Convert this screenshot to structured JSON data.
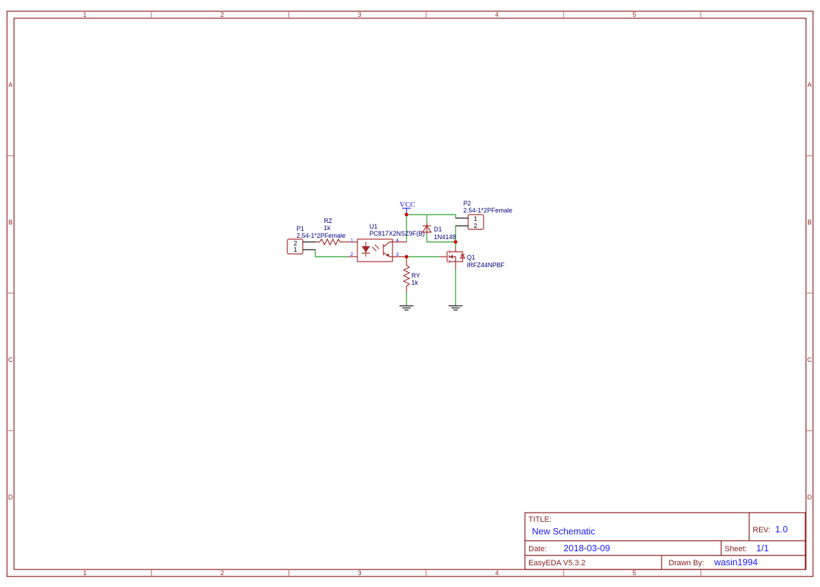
{
  "frame": {
    "columns": [
      "1",
      "2",
      "3",
      "4",
      "5"
    ],
    "rows": [
      "A",
      "B",
      "C",
      "D"
    ]
  },
  "components": {
    "p1": {
      "ref": "P1",
      "value": "2.54-1*2PFemale",
      "pins": [
        "2",
        "1"
      ]
    },
    "rz": {
      "ref": "RZ",
      "value": "1k"
    },
    "u1": {
      "ref": "U1",
      "value": "PC817X2NSZ9F(B)",
      "pins": [
        "1",
        "2",
        "4",
        "3"
      ]
    },
    "vcc": {
      "label": "VCC"
    },
    "d1": {
      "ref": "D1",
      "value": "1N4148"
    },
    "p2": {
      "ref": "P2",
      "value": "2.54-1*2PFemale",
      "pins": [
        "1",
        "2"
      ]
    },
    "q1": {
      "ref": "Q1",
      "value": "IRFZ44NPBF"
    },
    "ry": {
      "ref": "RY",
      "value": "1k"
    }
  },
  "title_block": {
    "title_label": "TITLE:",
    "title": "New Schematic",
    "rev_label": "REV:",
    "rev": "1.0",
    "date_label": "Date:",
    "date": "2018-03-09",
    "sheet_label": "Sheet:",
    "sheet": "1/1",
    "software": "EasyEDA V5.3.2",
    "drawn_by_label": "Drawn By:",
    "drawn_by": "wasin1994"
  }
}
